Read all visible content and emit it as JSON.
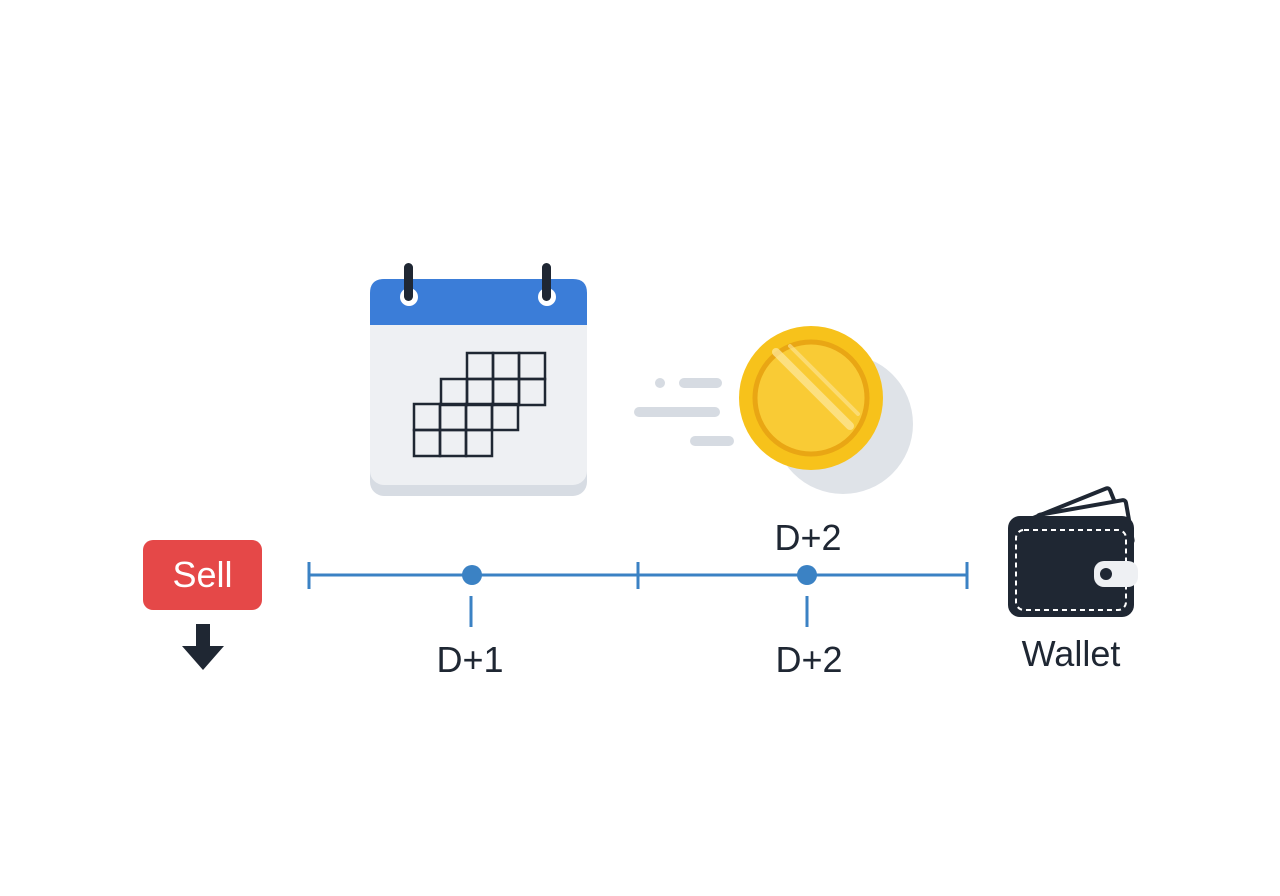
{
  "sell": {
    "label": "Sell"
  },
  "timeline": {
    "milestones": [
      {
        "label": "D+1"
      },
      {
        "label": "D+2"
      }
    ],
    "top_label": "D+2"
  },
  "wallet": {
    "label": "Wallet"
  },
  "icons": {
    "calendar": "calendar-icon",
    "coin": "coin-icon",
    "wallet": "wallet-icon",
    "arrow": "arrow-down-icon"
  },
  "colors": {
    "sell_red": "#e54848",
    "timeline_blue": "#3b82c4",
    "calendar_header": "#3b7dd8",
    "coin_gold": "#f7c21b",
    "wallet_dark": "#1f2733",
    "text_dark": "#1f2733"
  }
}
